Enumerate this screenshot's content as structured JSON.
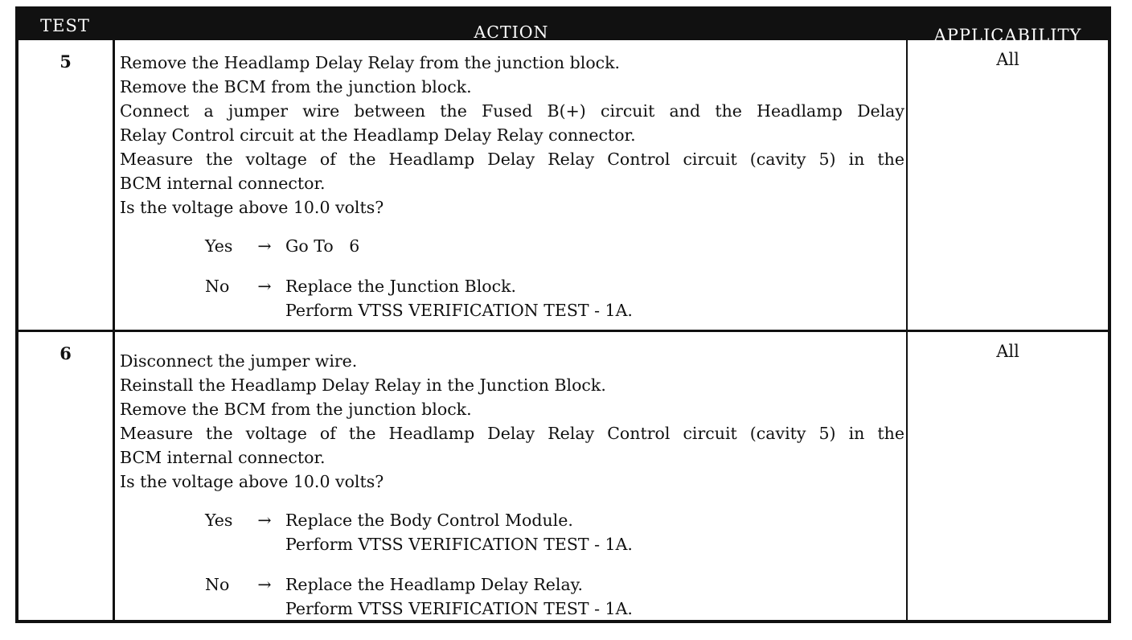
{
  "header": {
    "test": "TEST",
    "action": "ACTION",
    "applicability": "APPLICABILITY"
  },
  "rows": [
    {
      "test": "5",
      "applicability": "All",
      "lines": [
        "Remove the Headlamp Delay Relay from the junction block.",
        "Remove the BCM from the junction block.",
        "Connect a jumper wire between the Fused B(+) circuit and the Headlamp Delay",
        "Relay Control circuit at the Headlamp Delay Relay connector.",
        "Measure the voltage of the Headlamp Delay Relay Control circuit (cavity 5) in the",
        "BCM internal connector.",
        "Is the voltage above 10.0 volts?"
      ],
      "answers": [
        {
          "label": "Yes",
          "arrow": "→",
          "lines": [
            "Go To   6"
          ]
        },
        {
          "label": "No",
          "arrow": "→",
          "lines": [
            "Replace the Junction Block.",
            "Perform VTSS VERIFICATION TEST - 1A."
          ]
        }
      ]
    },
    {
      "test": "6",
      "applicability": "All",
      "lines": [
        "Disconnect the jumper wire.",
        "Reinstall the Headlamp Delay Relay in the Junction Block.",
        "Remove the BCM from the junction block.",
        "Measure the voltage of the Headlamp Delay Relay Control circuit (cavity 5) in the",
        "BCM internal connector.",
        "Is the voltage above 10.0 volts?"
      ],
      "answers": [
        {
          "label": "Yes",
          "arrow": "→",
          "lines": [
            "Replace the Body Control Module.",
            "Perform VTSS VERIFICATION TEST - 1A."
          ]
        },
        {
          "label": "No",
          "arrow": "→",
          "lines": [
            "Replace the Headlamp Delay Relay.",
            "Perform VTSS VERIFICATION TEST - 1A."
          ]
        }
      ]
    }
  ]
}
